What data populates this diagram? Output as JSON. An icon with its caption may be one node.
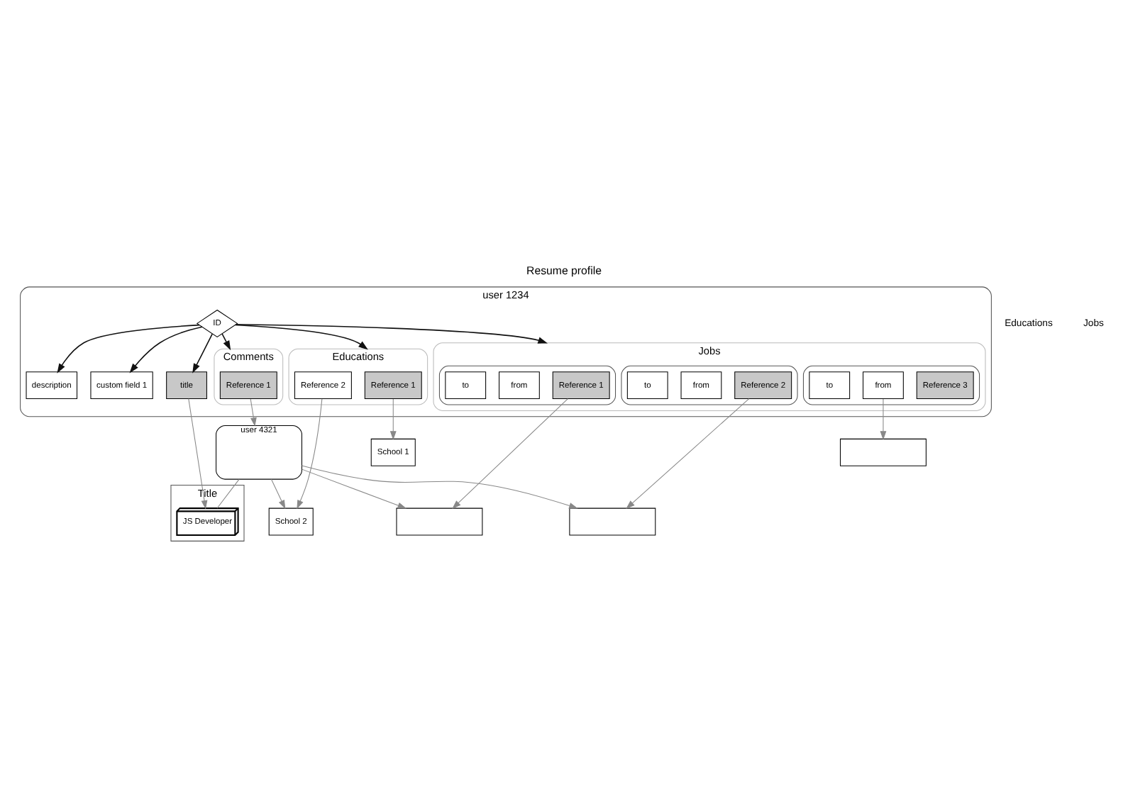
{
  "diagram": {
    "title": "Resume profile",
    "nodes": [
      {
        "text": [
          "user 1234"
        ]
      },
      {
        "text": [
          "ID"
        ],
        "in": 0
      },
      {
        "text": [
          "description"
        ],
        "in": 0
      },
      {
        "text": [
          "custom field 1"
        ],
        "in": 0
      },
      {
        "text": [
          "title"
        ],
        "in": 0
      },
      {
        "text": [
          "Jobs"
        ],
        "in": 0
      },
      {
        "text": [],
        "shape": "box",
        "in": 5
      },
      {
        "text": [
          "Reference 1"
        ],
        "in": 6
      },
      {
        "text": [
          "from"
        ],
        "in": 6
      },
      {
        "text": [
          "to"
        ],
        "in": 6
      },
      {
        "text": [],
        "shape": "box",
        "in": 5
      },
      {
        "text": [
          "Reference 2"
        ],
        "in": 10
      },
      {
        "text": [
          "from"
        ],
        "in": 10
      },
      {
        "text": [
          "to"
        ],
        "in": 10
      },
      {
        "text": [],
        "shape": "box",
        "in": 5
      },
      {
        "text": [
          "Reference 3"
        ],
        "in": 14
      },
      {
        "text": [
          "from"
        ],
        "in": 14
      },
      {
        "text": [
          "to"
        ],
        "in": 14
      },
      {
        "text": [
          "Educations"
        ],
        "in": 0
      },
      {
        "text": [
          "Reference 1"
        ],
        "in": 18
      },
      {
        "text": [
          "Reference 2"
        ],
        "in": 18
      },
      {
        "text": [
          "Comments"
        ],
        "in": 0
      },
      {
        "text": [
          "Reference 1"
        ],
        "in": 21
      },
      {
        "text": [
          "Title"
        ]
      },
      {
        "text": [
          "JS Developer"
        ],
        "in": 23
      },
      {
        "text": [
          "School 1"
        ]
      },
      {
        "text": [
          "School 2"
        ]
      },
      {
        "text": [],
        "shape": "box"
      },
      {
        "text": [],
        "shape": "box"
      },
      {
        "text": [],
        "shape": "box"
      },
      {
        "text": [
          "user 4321"
        ]
      }
    ],
    "edges": [
      {
        "from": 1,
        "to": 2,
        "arrow": "to",
        "color": "#111111"
      },
      {
        "from": 1,
        "to": 3,
        "arrow": "to",
        "color": "#111111"
      },
      {
        "from": 1,
        "to": 4,
        "arrow": "to",
        "color": "#111111"
      },
      {
        "from": 1,
        "to": 5,
        "arrow": "to",
        "color": "#111111"
      },
      {
        "from": 1,
        "to": 18,
        "arrow": "to",
        "color": "#111111"
      },
      {
        "from": 1,
        "to": 21,
        "arrow": "to",
        "color": "#111111"
      },
      {
        "from": 4,
        "to": 24,
        "arrow": "to"
      },
      {
        "from": 7,
        "to": 27,
        "arrow": "to"
      },
      {
        "from": 11,
        "to": 28,
        "arrow": "to"
      },
      {
        "from": 16,
        "to": 29,
        "arrow": "to"
      },
      {
        "from": 19,
        "to": 25,
        "arrow": "to"
      },
      {
        "from": 20,
        "to": 26,
        "arrow": "to"
      },
      {
        "from": 22,
        "to": 30,
        "arrow": "to"
      },
      {
        "from": 30,
        "to": 27,
        "arrow": "to"
      },
      {
        "from": 30,
        "to": 28,
        "arrow": "to"
      },
      {
        "from": 30,
        "to": 24,
        "arrow": "none"
      },
      {
        "from": 30,
        "to": 26,
        "arrow": "to"
      }
    ],
    "labels": [
      "Educations",
      "Jobs"
    ]
  }
}
